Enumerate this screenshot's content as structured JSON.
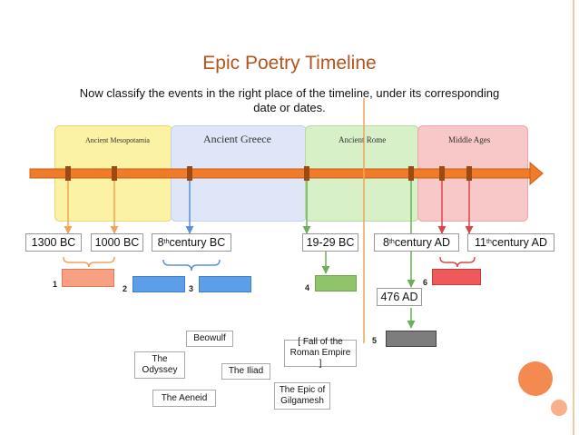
{
  "title": "Epic Poetry Timeline",
  "subtitle": "Now classify the events in the right place of the timeline, under its corresponding date or dates.",
  "eras": [
    {
      "label": "Ancient Mesopotamia",
      "color": "#fbf3a3"
    },
    {
      "label": "Ancient Greece",
      "color": "#dfe6f7"
    },
    {
      "label": "Ancient Rome",
      "color": "#d8f0c7"
    },
    {
      "label": "Middle Ages",
      "color": "#f8c7c7"
    }
  ],
  "dates": {
    "d1": "1300 BC",
    "d2": "1000 BC",
    "d3_base": "8",
    "d3_sup": "th",
    "d3_rest": " century BC",
    "d4": "19-29 BC",
    "d5_base": "8",
    "d5_sup": "th",
    "d5_rest": " century AD",
    "d6_base": "11",
    "d6_sup": "th",
    "d6_rest": " century AD",
    "d7": "476 AD"
  },
  "slots": [
    "1",
    "2",
    "3",
    "4",
    "5",
    "6"
  ],
  "cards": {
    "beowulf": "Beowulf",
    "odyssey": "The Odyssey",
    "iliad": "The Iliad",
    "aeneid": "The Aeneid",
    "fall_rome": "[ Fall of the Roman Empire ]",
    "gilgamesh": "The Epic of Gilgamesh"
  },
  "colors": {
    "title": "#b4541c",
    "timeline": "#f07c2a",
    "marker": "#9a4a12",
    "slot_orange": "#f7a082",
    "slot_blue": "#5d9ee8",
    "slot_green": "#8fc46a",
    "slot_gray": "#7d7d7d",
    "slot_red": "#ee5a5a",
    "arrow_orange": "#f0a45a",
    "arrow_blue": "#5a8fdc",
    "arrow_green": "#6cae5a",
    "arrow_red": "#d94848"
  }
}
